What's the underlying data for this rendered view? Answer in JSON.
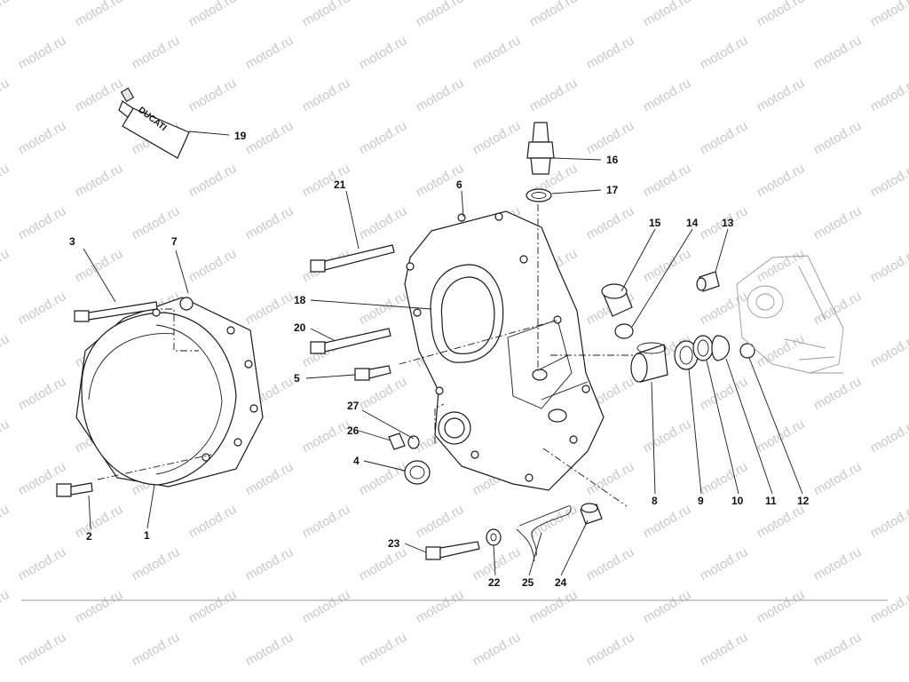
{
  "watermark": {
    "text": "motod.ru"
  },
  "tube": {
    "brand_text": "DUCATI"
  },
  "callouts": [
    {
      "id": "19",
      "label": "19"
    },
    {
      "id": "16",
      "label": "16"
    },
    {
      "id": "17",
      "label": "17"
    },
    {
      "id": "21",
      "label": "21"
    },
    {
      "id": "6",
      "label": "6"
    },
    {
      "id": "3",
      "label": "3"
    },
    {
      "id": "7",
      "label": "7"
    },
    {
      "id": "15",
      "label": "15"
    },
    {
      "id": "14",
      "label": "14"
    },
    {
      "id": "13",
      "label": "13"
    },
    {
      "id": "18",
      "label": "18"
    },
    {
      "id": "20",
      "label": "20"
    },
    {
      "id": "5",
      "label": "5"
    },
    {
      "id": "27",
      "label": "27"
    },
    {
      "id": "26",
      "label": "26"
    },
    {
      "id": "4",
      "label": "4"
    },
    {
      "id": "2",
      "label": "2"
    },
    {
      "id": "1",
      "label": "1"
    },
    {
      "id": "8",
      "label": "8"
    },
    {
      "id": "9",
      "label": "9"
    },
    {
      "id": "10",
      "label": "10"
    },
    {
      "id": "11",
      "label": "11"
    },
    {
      "id": "12",
      "label": "12"
    },
    {
      "id": "23",
      "label": "23"
    },
    {
      "id": "22",
      "label": "22"
    },
    {
      "id": "25",
      "label": "25"
    },
    {
      "id": "24",
      "label": "24"
    }
  ]
}
